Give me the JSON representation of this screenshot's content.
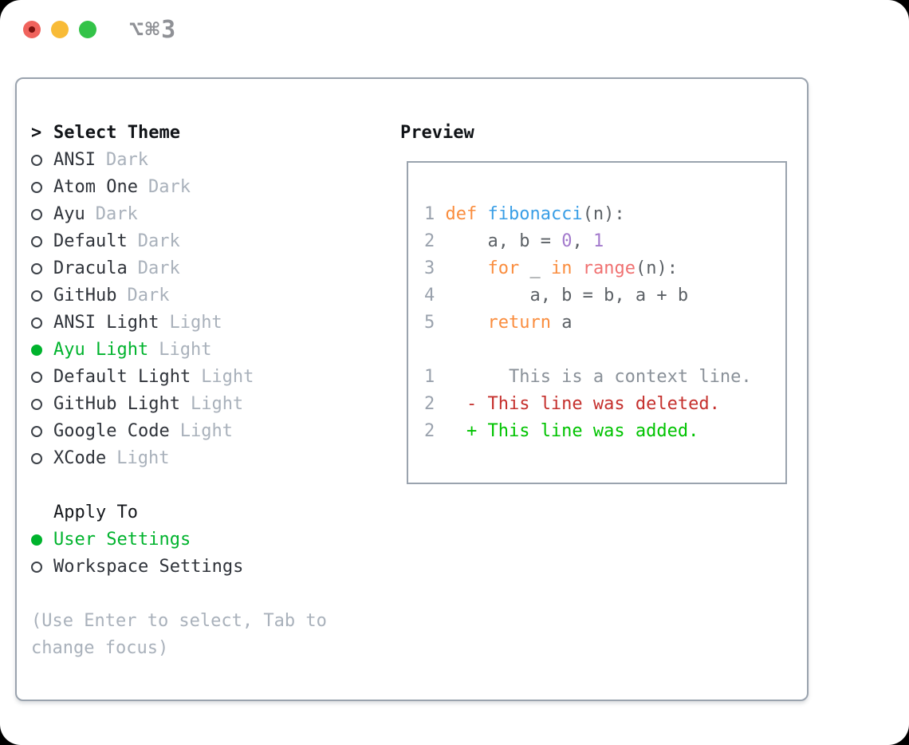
{
  "window": {
    "shortcut": "⌥⌘3"
  },
  "traffic_lights": [
    {
      "name": "close",
      "color": "#f0635d"
    },
    {
      "name": "minimize",
      "color": "#f8bb37"
    },
    {
      "name": "zoom",
      "color": "#33c348"
    }
  ],
  "theme_picker": {
    "cursor": ">",
    "title": "Select Theme",
    "items": [
      {
        "name": "ANSI",
        "variant": "Dark",
        "selected": false
      },
      {
        "name": "Atom One",
        "variant": "Dark",
        "selected": false
      },
      {
        "name": "Ayu",
        "variant": "Dark",
        "selected": false
      },
      {
        "name": "Default",
        "variant": "Dark",
        "selected": false
      },
      {
        "name": "Dracula",
        "variant": "Dark",
        "selected": false
      },
      {
        "name": "GitHub",
        "variant": "Dark",
        "selected": false
      },
      {
        "name": "ANSI Light",
        "variant": "Light",
        "selected": false
      },
      {
        "name": "Ayu Light",
        "variant": "Light",
        "selected": true
      },
      {
        "name": "Default Light",
        "variant": "Light",
        "selected": false
      },
      {
        "name": "GitHub Light",
        "variant": "Light",
        "selected": false
      },
      {
        "name": "Google Code",
        "variant": "Light",
        "selected": false
      },
      {
        "name": "XCode",
        "variant": "Light",
        "selected": false
      }
    ],
    "apply_to": {
      "title": "Apply To",
      "options": [
        {
          "label": "User Settings",
          "selected": true
        },
        {
          "label": "Workspace Settings",
          "selected": false
        }
      ]
    },
    "hint": "(Use Enter to select, Tab to change focus)"
  },
  "preview": {
    "title": "Preview",
    "code_lines": [
      {
        "num": "1",
        "segments": [
          [
            "def ",
            "kw"
          ],
          [
            "fibonacci",
            "fn"
          ],
          [
            "(n):",
            "fg"
          ]
        ]
      },
      {
        "num": "2",
        "segments": [
          [
            "    a, b = ",
            "fg"
          ],
          [
            "0",
            "num"
          ],
          [
            ", ",
            "fg"
          ],
          [
            "1",
            "num"
          ]
        ]
      },
      {
        "num": "3",
        "segments": [
          [
            "    ",
            "fg"
          ],
          [
            "for",
            "kw"
          ],
          [
            " _ ",
            "fg"
          ],
          [
            "in",
            "kw"
          ],
          [
            " ",
            "fg"
          ],
          [
            "range",
            "bi"
          ],
          [
            "(n):",
            "fg"
          ]
        ]
      },
      {
        "num": "4",
        "segments": [
          [
            "        a, b = b, a + b",
            "fg"
          ]
        ]
      },
      {
        "num": "5",
        "segments": [
          [
            "    ",
            "fg"
          ],
          [
            "return",
            "kw"
          ],
          [
            " a",
            "fg"
          ]
        ]
      },
      {
        "num": "",
        "segments": []
      },
      {
        "num": "1",
        "segments": [
          [
            "      This is a context line.",
            "ctx"
          ]
        ]
      },
      {
        "num": "2",
        "segments": [
          [
            "  - This line was deleted.",
            "del"
          ]
        ]
      },
      {
        "num": "2",
        "segments": [
          [
            "  + This line was added.",
            "add"
          ]
        ]
      }
    ]
  },
  "colors": {
    "accent_green_ui": "#00b32d",
    "diff_added": "#00c300",
    "diff_deleted": "#c5302d",
    "code_fg": "#5c6166",
    "keyword": "#fa8d3e",
    "function": "#399ee6",
    "number_literal": "#a37acc",
    "builtin": "#f07171",
    "line_number": "#9aa2ad",
    "context": "#8a9199",
    "muted": "#a9b1bb",
    "text_dark": "#2f333a",
    "heading": "#101317",
    "border": "#9aa3ae",
    "traffic_red_dot": "#7b120f",
    "shortcut": "#8f9196"
  }
}
